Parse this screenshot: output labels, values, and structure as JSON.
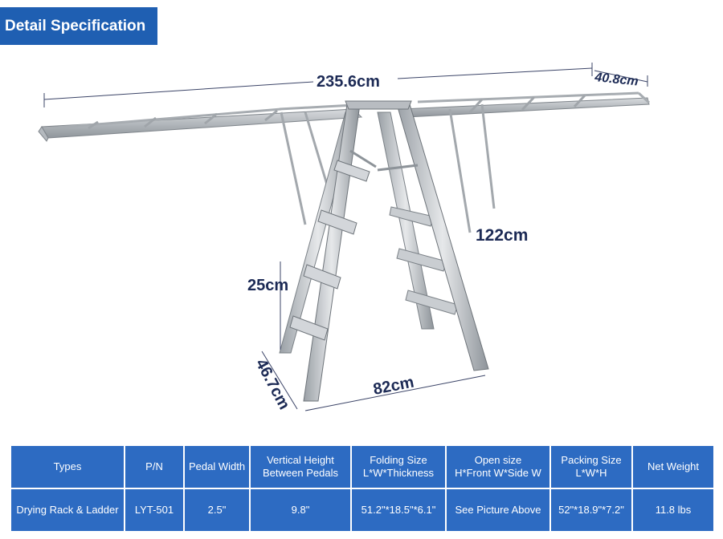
{
  "header": {
    "title": "Detail Specification"
  },
  "dimensions": {
    "length": "235.6cm",
    "depth": "40.8cm",
    "height": "122cm",
    "pedal_spacing": "25cm",
    "foot_depth": "46.7cm",
    "foot_width": "82cm"
  },
  "colors": {
    "header_bg": "#1f5fb2",
    "table_bg": "#2d6bc2",
    "dimension_text": "#1c2a55"
  },
  "table": {
    "headers": [
      {
        "line1": "Types",
        "line2": ""
      },
      {
        "line1": "P/N",
        "line2": ""
      },
      {
        "line1": "Pedal Width",
        "line2": ""
      },
      {
        "line1": "Vertical Height",
        "line2": "Between Pedals"
      },
      {
        "line1": "Folding Size",
        "line2": "L*W*Thickness"
      },
      {
        "line1": "Open size",
        "line2": "H*Front W*Side W"
      },
      {
        "line1": "Packing Size",
        "line2": "L*W*H"
      },
      {
        "line1": "Net Weight",
        "line2": ""
      }
    ],
    "row": [
      "Drying Rack & Ladder",
      "LYT-501",
      "2.5\"",
      "9.8\"",
      "51.2\"*18.5\"*6.1\"",
      "See Picture Above",
      "52\"*18.9\"*7.2\"",
      "11.8 lbs"
    ]
  }
}
